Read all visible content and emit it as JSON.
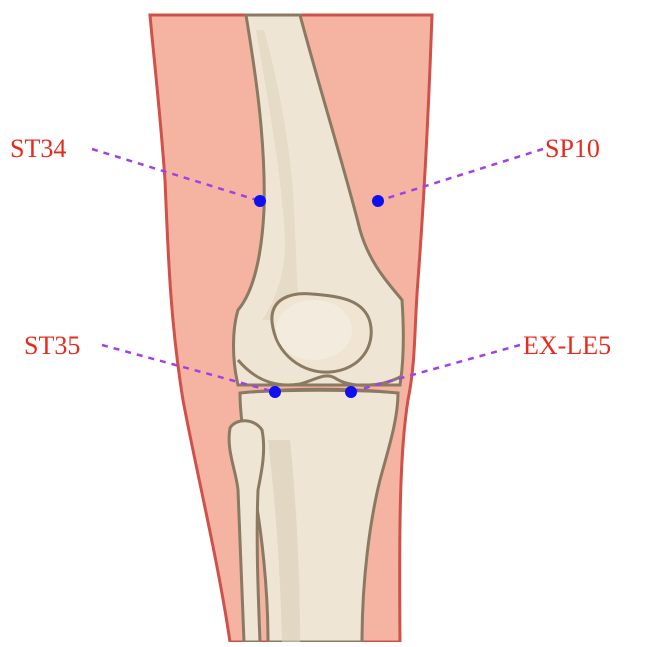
{
  "colors": {
    "skin": "#f5b3a1",
    "skin_outline": "#d0504a",
    "bone": "#eee5d4",
    "bone_shade": "#d9cdb5",
    "bone_outline": "#8a7a62",
    "label_text": "#e8291c",
    "leader_line": "#a040e8",
    "point": "#1010ee"
  },
  "points": [
    {
      "id": "st34",
      "label": "ST34"
    },
    {
      "id": "sp10",
      "label": "SP10"
    },
    {
      "id": "st35",
      "label": "ST35"
    },
    {
      "id": "exle5",
      "label": "EX-LE5"
    }
  ]
}
